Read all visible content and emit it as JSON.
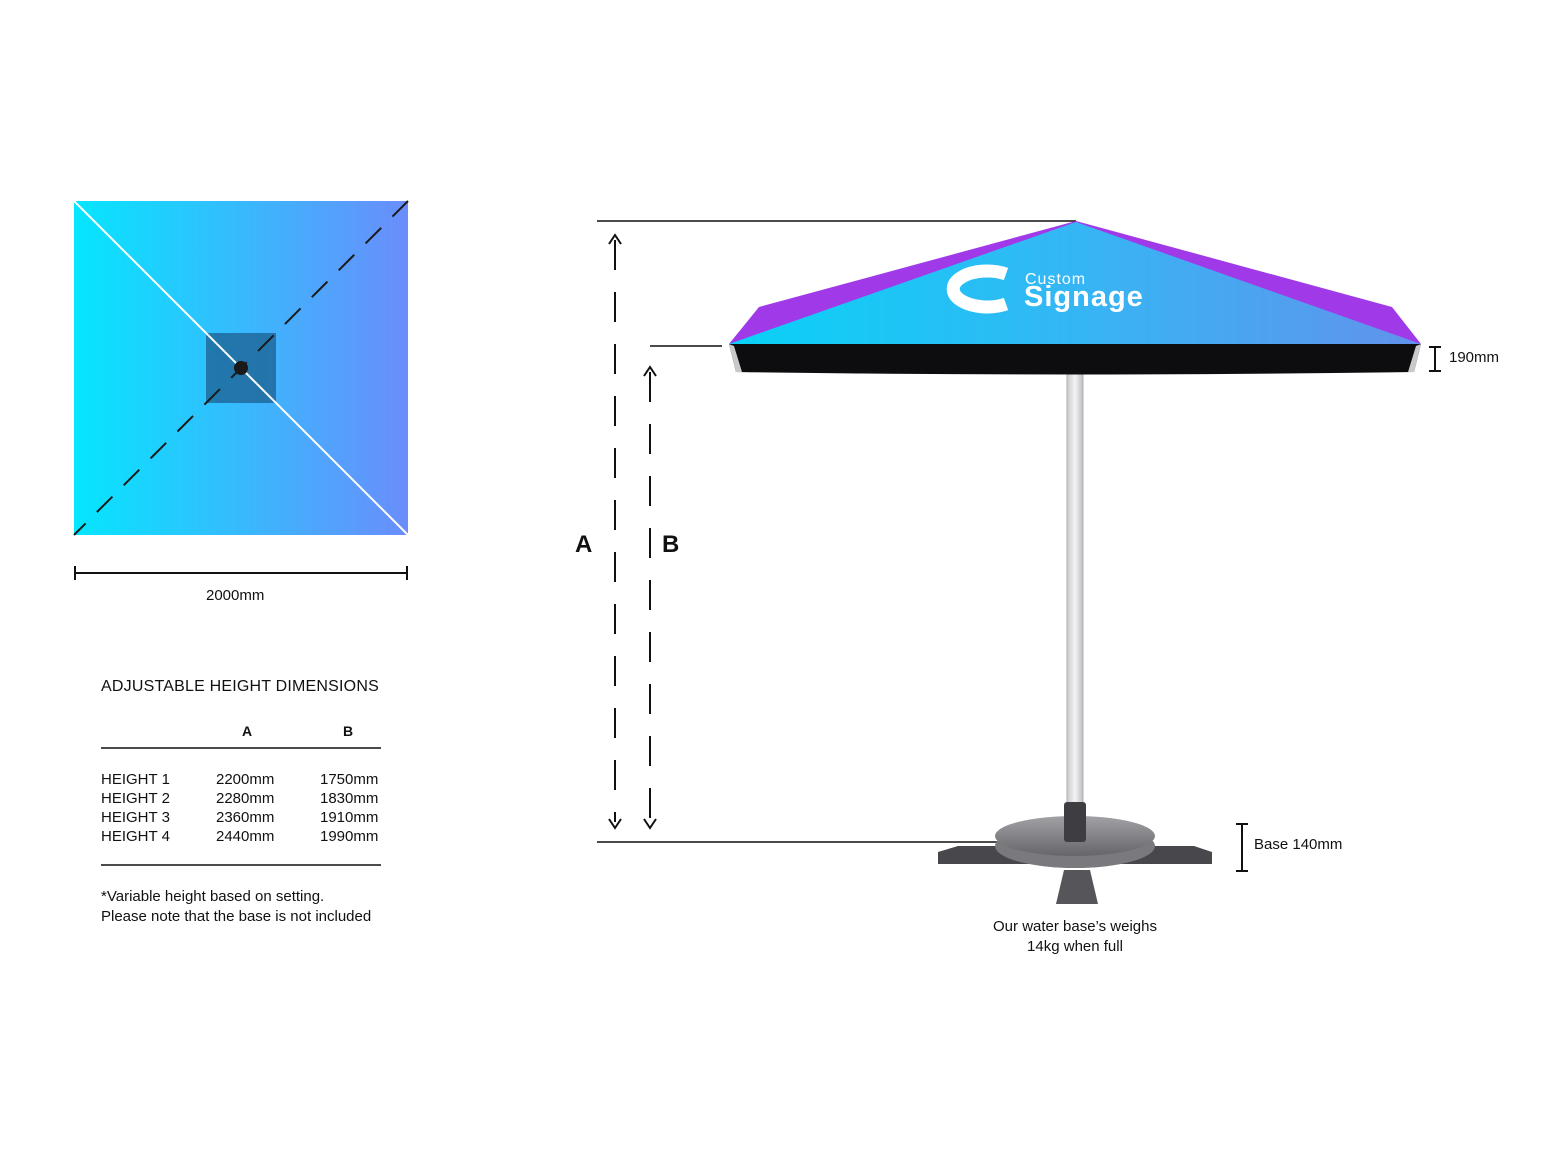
{
  "top_view": {
    "width_label": "2000mm"
  },
  "side_view": {
    "label_a": "A",
    "label_b": "B",
    "canopy_label": "190mm",
    "base_label": "Base 140mm",
    "water_note_line1": "Our water base’s weighs",
    "water_note_line2": "14kg when full",
    "logo_line1": "Custom",
    "logo_line2": "Signage"
  },
  "table": {
    "title": "ADJUSTABLE HEIGHT DIMENSIONS",
    "columns": [
      "A",
      "B"
    ],
    "rows": [
      {
        "label": "HEIGHT 1",
        "a": "2200mm",
        "b": "1750mm"
      },
      {
        "label": "HEIGHT 2",
        "a": "2280mm",
        "b": "1830mm"
      },
      {
        "label": "HEIGHT 3",
        "a": "2360mm",
        "b": "1910mm"
      },
      {
        "label": "HEIGHT 4",
        "a": "2440mm",
        "b": "1990mm"
      }
    ],
    "note_line1": "*Variable height based on setting.",
    "note_line2": "Please note that the base is not included"
  },
  "colors": {
    "cyan": "#06e4fd",
    "blue": "#6b8efc",
    "purple": "#a03ae8",
    "dark": "#111111",
    "base_grey": "#6f6f73"
  }
}
